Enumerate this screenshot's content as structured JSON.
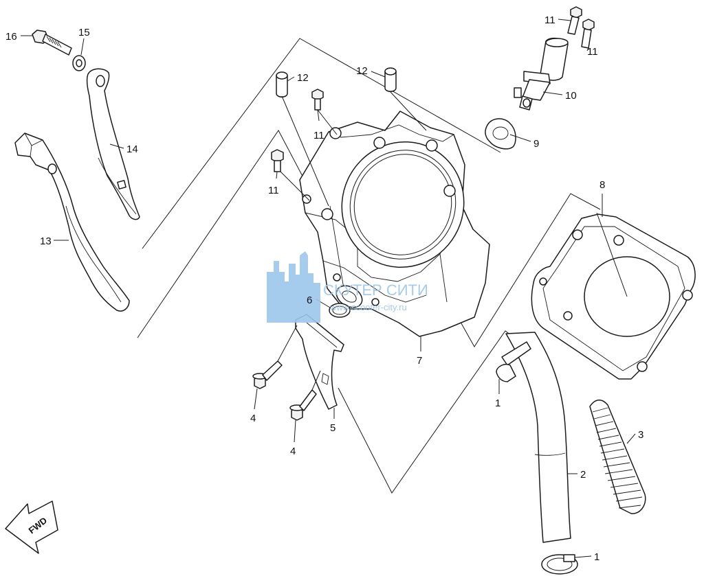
{
  "diagram": {
    "callouts": {
      "c1a": "1",
      "c1b": "1",
      "c2": "2",
      "c3": "3",
      "c4a": "4",
      "c4b": "4",
      "c5": "5",
      "c6": "6",
      "c7": "7",
      "c8": "8",
      "c9": "9",
      "c10": "10",
      "c11a": "11",
      "c11b": "11",
      "c11c": "11",
      "c11d": "11",
      "c12a": "12",
      "c12b": "12",
      "c13": "13",
      "c14": "14",
      "c15": "15",
      "c16": "16"
    },
    "fwd_marker": "FWD",
    "watermark": {
      "title": "СКУТЕР СИТИ",
      "url": "www.scooter-city.ru",
      "color": "#9cc6ec"
    }
  }
}
